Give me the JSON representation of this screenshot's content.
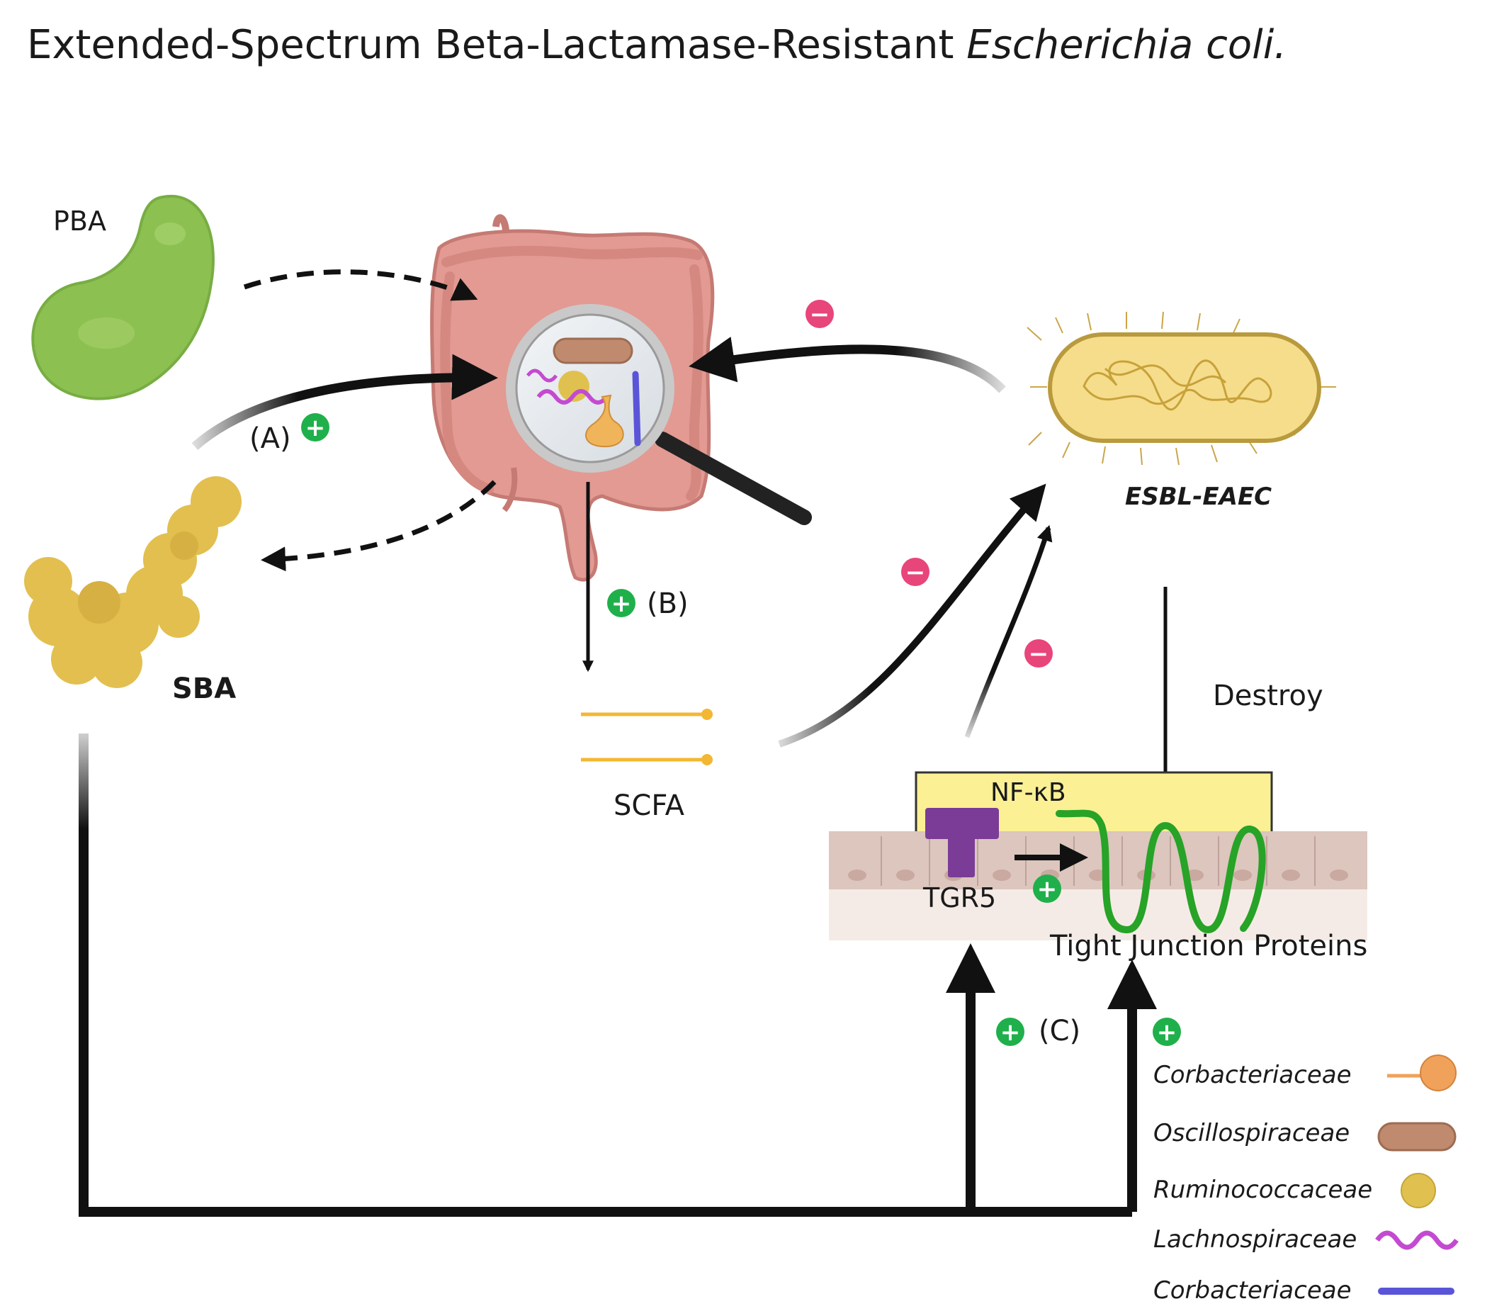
{
  "title": {
    "main": "Extended-Spectrum Beta-Lactamase-Resistant ",
    "italic": "Escherichia coli."
  },
  "labels": {
    "pba": "PBA",
    "sba": "SBA",
    "scfa": "SCFA",
    "esbl": "ESBL-EAEC",
    "destroy": "Destroy",
    "nfkb": "NF-κB",
    "tgr5": "TGR5",
    "tight_junction": "Tight Junction Proteins",
    "a": "(A)",
    "b": "(B)",
    "c": "(C)"
  },
  "signs": {
    "plus": "+",
    "minus": "−"
  },
  "legend": [
    {
      "label": "Corbacteriaceae",
      "icon": "orange-club-bacterium"
    },
    {
      "label": "Oscillospiraceae",
      "icon": "brown-rod-bacterium"
    },
    {
      "label": "Ruminococcaceae",
      "icon": "yellow-coccus-bacterium"
    },
    {
      "label": "Lachnospiraceae",
      "icon": "violet-spiral-bacterium"
    },
    {
      "label": "Corbacteriaceae",
      "icon": "blue-rod-bacterium"
    }
  ],
  "colors": {
    "plus": "#1fb04b",
    "minus": "#e8457a",
    "pba": "#8cc152",
    "sba": "#e2bf4f",
    "gut": "#e29a93",
    "esbl_fill": "#f6dd8c",
    "esbl_border": "#b99a3c",
    "nfkb_box": "#fbf094",
    "tgr5": "#7b3c97",
    "tight_junction": "#27a327",
    "epithelium": "#dcc6bd",
    "scfa": "#f3b733"
  }
}
